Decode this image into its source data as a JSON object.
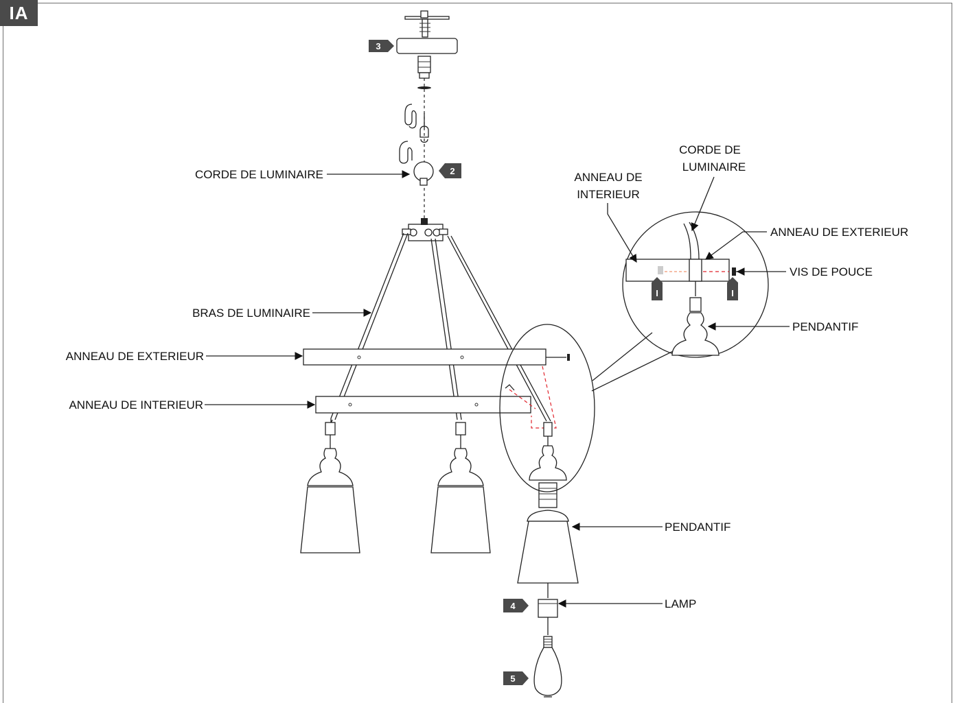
{
  "figure_id": "IA",
  "labels": {
    "corde_de_luminaire_main": "CORDE DE LUMINAIRE",
    "bras_de_luminaire": "BRAS DE LUMINAIRE",
    "anneau_exterieur_main": "ANNEAU DE EXTERIEUR",
    "anneau_interieur_main": "ANNEAU DE INTERIEUR",
    "pendantif_main": "PENDANTIF",
    "lamp": "LAMP",
    "detail_corde_line1": "CORDE DE",
    "detail_corde_line2": "LUMINAIRE",
    "detail_interieur_line1": "ANNEAU DE",
    "detail_interieur_line2": "INTERIEUR",
    "detail_exterieur": "ANNEAU DE EXTERIEUR",
    "detail_vis": "VIS DE POUCE",
    "detail_pendantif": "PENDANTIF"
  },
  "step_badges": {
    "canopy": "3",
    "loop": "2",
    "socket_ring": "4",
    "bulb": "5",
    "detail_left": "I",
    "detail_right": "I"
  },
  "colors": {
    "badge": "#4a4a4a",
    "line": "#222222",
    "guide_dash": "#e0232b"
  }
}
